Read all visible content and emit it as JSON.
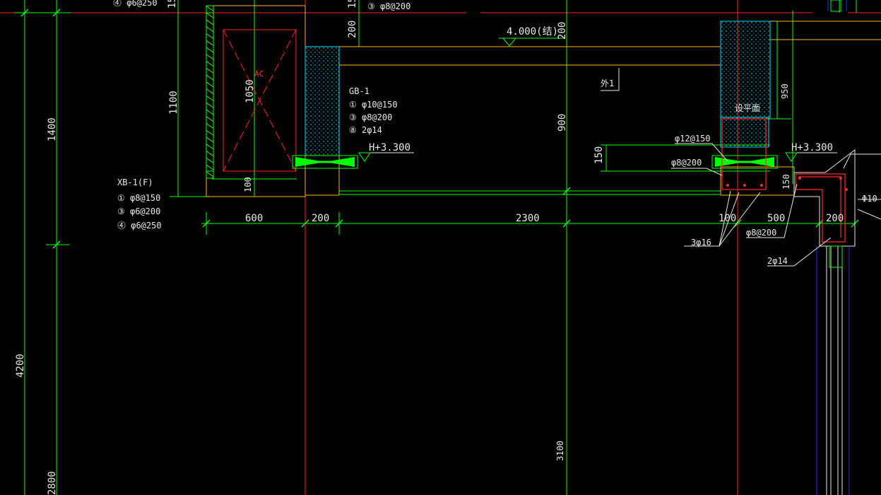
{
  "colors": {
    "background": "#000000",
    "dimension": "#00ff00",
    "axis": "#ff2020",
    "concrete_edge": "#ffb020",
    "insulation": "#00e0ff",
    "rebar": "#ff2a2a",
    "text": "#e8e8e8"
  },
  "top_left": {
    "xb_rebar_3a": "⓸ φ6@250"
  },
  "top_mid": {
    "rebar_3": "③ φ8@200"
  },
  "window": {
    "label": "AC",
    "height": "1050"
  },
  "dimensions": {
    "d_15_a": "15",
    "d_15_b": "15",
    "d_200_top": "200",
    "d_200_mid": "200",
    "d_1100": "1100",
    "d_100": "100",
    "d_1400": "1400",
    "d_4200": "4200",
    "d_2800": "2800",
    "d_900": "900",
    "d_950": "950",
    "d_150_v": "150",
    "d_150_r": "150",
    "d_3100": "3100",
    "d_600": "600",
    "d_200_bot": "200",
    "d_2300": "2300",
    "d_100_r": "100",
    "d_500": "500",
    "d_200_r": "200"
  },
  "elevations": {
    "roof": "4.000(结)",
    "h_left": "H+3.300",
    "h_right": "H+3.300"
  },
  "labels": {
    "outer": "外1",
    "gb_title": "GB-1",
    "gb_r1": "① φ10@150",
    "gb_r3": "③ φ8@200",
    "gb_r8": "⑧ 2φ14",
    "xb_title": "XB-1(F)",
    "xb_r1": "① φ8@150",
    "xb_r3": "③ φ6@200",
    "xb_r3a": "⓸ φ6@250",
    "rebar_12": "φ12@150",
    "rebar_8_left": "φ8@200",
    "rebar_8_bottom": "φ8@200",
    "bars_3": "3φ16",
    "bars_2": "2φ14",
    "level_note": "设平面",
    "edge_phi10": "Φ10"
  }
}
